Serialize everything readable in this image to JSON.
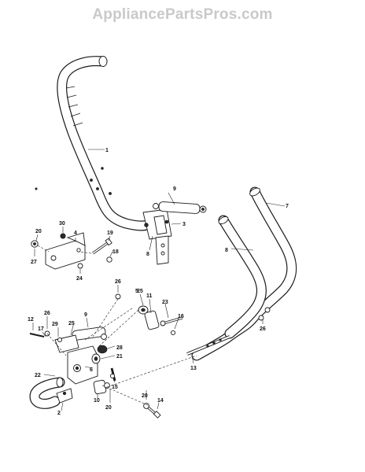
{
  "watermark": "AppliancePartsPros.com",
  "callouts": [
    {
      "id": "c1",
      "label": "1"
    },
    {
      "id": "c2",
      "label": "2"
    },
    {
      "id": "c3",
      "label": "3"
    },
    {
      "id": "c4",
      "label": "4"
    },
    {
      "id": "c5",
      "label": "5"
    },
    {
      "id": "c6",
      "label": "6"
    },
    {
      "id": "c7",
      "label": "7"
    },
    {
      "id": "c8a",
      "label": "8"
    },
    {
      "id": "c8b",
      "label": "8"
    },
    {
      "id": "c9a",
      "label": "9"
    },
    {
      "id": "c9b",
      "label": "9"
    },
    {
      "id": "c10",
      "label": "10"
    },
    {
      "id": "c11",
      "label": "11"
    },
    {
      "id": "c12",
      "label": "12"
    },
    {
      "id": "c13",
      "label": "13"
    },
    {
      "id": "c14",
      "label": "14"
    },
    {
      "id": "c15",
      "label": "15"
    },
    {
      "id": "c16",
      "label": "16"
    },
    {
      "id": "c17",
      "label": "17"
    },
    {
      "id": "c18",
      "label": "18"
    },
    {
      "id": "c19",
      "label": "19"
    },
    {
      "id": "c20a",
      "label": "20"
    },
    {
      "id": "c20b",
      "label": "20"
    },
    {
      "id": "c20c",
      "label": "20"
    },
    {
      "id": "c21",
      "label": "21"
    },
    {
      "id": "c22",
      "label": "22"
    },
    {
      "id": "c23",
      "label": "23"
    },
    {
      "id": "c24",
      "label": "24"
    },
    {
      "id": "c25a",
      "label": "25"
    },
    {
      "id": "c25b",
      "label": "25"
    },
    {
      "id": "c26a",
      "label": "26"
    },
    {
      "id": "c26b",
      "label": "26"
    },
    {
      "id": "c26c",
      "label": "26"
    },
    {
      "id": "c27",
      "label": "27"
    },
    {
      "id": "c28",
      "label": "28"
    },
    {
      "id": "c29",
      "label": "29"
    },
    {
      "id": "c30",
      "label": "30"
    }
  ]
}
